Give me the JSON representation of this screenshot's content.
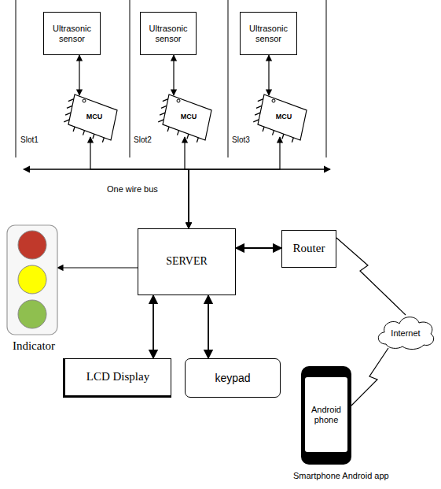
{
  "diagram": {
    "nodes": [
      {
        "text": [
          "Ultrasonic sensor"
        ]
      },
      {
        "text": [
          "Ultrasonic sensor"
        ]
      },
      {
        "text": [
          "Ultrasonic sensor"
        ]
      },
      {
        "text": [
          "MCU"
        ]
      },
      {
        "text": [
          "MCU"
        ]
      },
      {
        "text": [
          "MCU"
        ]
      },
      {
        "text": [
          "Indicator"
        ]
      },
      {
        "text": [
          "SERVER"
        ]
      },
      {
        "text": [
          "Router"
        ]
      },
      {
        "text": [
          "Internet"
        ]
      },
      {
        "text": [
          "LCD Display"
        ]
      },
      {
        "text": [
          "keypad"
        ]
      },
      {
        "text": [
          "Android phone"
        ]
      }
    ],
    "edges": [
      {
        "from": 0,
        "to": 3,
        "arrow": "both"
      },
      {
        "from": 1,
        "to": 4,
        "arrow": "both"
      },
      {
        "from": 2,
        "to": 5,
        "arrow": "both"
      },
      {
        "from": 3,
        "to": 7,
        "arrow": "both"
      },
      {
        "from": 4,
        "to": 7,
        "arrow": "both"
      },
      {
        "from": 5,
        "to": 7,
        "arrow": "both"
      },
      {
        "from": 7,
        "to": 6,
        "arrow": "to"
      },
      {
        "from": 7,
        "to": 8,
        "arrow": "both"
      },
      {
        "from": 7,
        "to": 10,
        "arrow": "both"
      },
      {
        "from": 7,
        "to": 11,
        "arrow": "both"
      },
      {
        "from": 8,
        "to": 9,
        "arrow": "none"
      },
      {
        "from": 9,
        "to": 12,
        "arrow": "none"
      }
    ],
    "labels": [
      "Slot1",
      "Slot2",
      "Slot3",
      "One wire bus",
      "Smartphone Android app"
    ]
  }
}
